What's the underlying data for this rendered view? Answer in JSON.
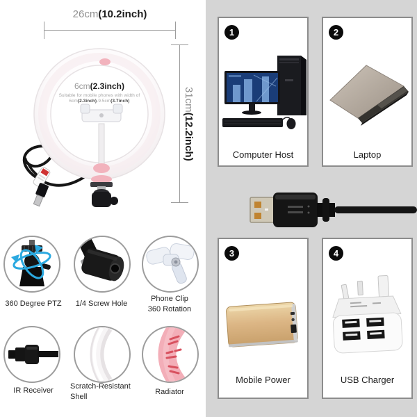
{
  "dimensions": {
    "width_value": "26cm",
    "width_inch": "(10.2inch)",
    "height_value": "31cm",
    "height_inch": "(12.2inch)",
    "clip_value": "6cm",
    "clip_inch": "(2.3inch)",
    "note_line1": "Suitable for mobile phones with width of",
    "note_seg1": "6cm",
    "note_seg2": "(2.3inch)",
    "note_seg3": "-9.5cm",
    "note_seg4": "(3.7inch)"
  },
  "features": [
    {
      "icon": "ptz-rotation-icon",
      "line1": "360 Degree PTZ",
      "line2": ""
    },
    {
      "icon": "screw-hole-icon",
      "line1": "1/4 Screw Hole",
      "line2": ""
    },
    {
      "icon": "phone-clip-icon",
      "line1": "Phone Clip",
      "line2": "360 Rotation"
    },
    {
      "icon": "ir-receiver-icon",
      "line1": "IR Receiver",
      "line2": ""
    },
    {
      "icon": "shell-icon",
      "line1": "Scratch-Resistant",
      "line2": "Shell"
    },
    {
      "icon": "radiator-icon",
      "line1": "Radiator",
      "line2": ""
    }
  ],
  "power_sources": [
    {
      "number": "1",
      "label": "Computer Host",
      "icon": "desktop-computer"
    },
    {
      "number": "2",
      "label": "Laptop",
      "icon": "laptop"
    },
    {
      "number": "3",
      "label": "Mobile Power",
      "icon": "power-bank"
    },
    {
      "number": "4",
      "label": "USB Charger",
      "icon": "uk-usb-charger"
    }
  ],
  "colors": {
    "panel_bg": "#d5d5d5",
    "box_border": "#8c8c8c",
    "accent_pink": "#f2b3bd",
    "rotation_arrow_blue": "#2ba9e0",
    "power_bank_gold": "#dcb685",
    "monitor_screen_blue": "#1a3d78",
    "radiator_pink": "#f3aeb8",
    "cable_black": "#141414"
  }
}
